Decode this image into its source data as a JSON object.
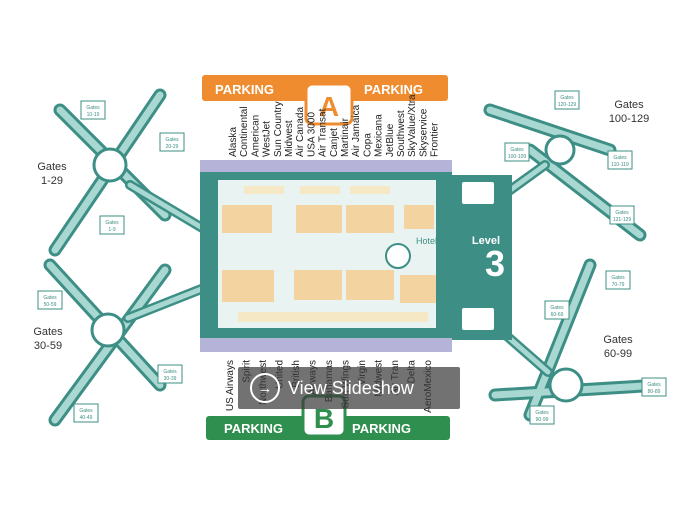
{
  "top_parking": {
    "left": "PARKING",
    "letter": "A",
    "right": "PARKING"
  },
  "bottom_parking": {
    "left": "PARKING",
    "letter": "B",
    "right": "PARKING"
  },
  "airlines_a": [
    "Alaska",
    "Continental",
    "American",
    "WestJet",
    "Sun Country",
    "Midwest",
    "Air Canada",
    "USA 3000",
    "Air Transat",
    "Canjet",
    "Martinair",
    "Air Jamaica",
    "Copa",
    "Mexicana",
    "JetBlue",
    "Southwest",
    "SkyValue/Xtra",
    "Skyservice",
    "Frontier"
  ],
  "airlines_b": [
    "US Airways",
    "Spirit",
    "Northwest",
    "United",
    "British",
    "Airways",
    "Bahamas",
    "Sun Wings",
    "Virgin",
    "Midwest",
    "Air Tran",
    "Delta",
    "AeroMexico"
  ],
  "gate_groups": {
    "g1": {
      "title": "Gates",
      "range": "1-29"
    },
    "g30": {
      "title": "Gates",
      "range": "30-59"
    },
    "g60": {
      "title": "Gates",
      "range": "60-99"
    },
    "g100": {
      "title": "Gates",
      "range": "100-129"
    }
  },
  "gate_tags": {
    "g1_a": {
      "title": "Gates",
      "range": "10-19"
    },
    "g1_b": {
      "title": "Gates",
      "range": "20-29"
    },
    "g1_c": {
      "title": "Gates",
      "range": "1-9"
    },
    "g30_a": {
      "title": "Gates",
      "range": "30-39"
    },
    "g30_b": {
      "title": "Gates",
      "range": "50-59"
    },
    "g30_c": {
      "title": "Gates",
      "range": "40-49"
    },
    "g60_a": {
      "title": "Gates",
      "range": "70-79"
    },
    "g60_b": {
      "title": "Gates",
      "range": "60-69"
    },
    "g60_c": {
      "title": "Gates",
      "range": "80-89"
    },
    "g60_d": {
      "title": "Gates",
      "range": "90-99"
    },
    "g100_a": {
      "title": "Gates",
      "range": "120-129"
    },
    "g100_b": {
      "title": "Gates",
      "range": "100-109"
    },
    "g100_c": {
      "title": "Gates",
      "range": "110-119"
    },
    "g100_d": {
      "title": "Gates",
      "range": "121-129"
    }
  },
  "terminal": {
    "hotel": "Hotel",
    "level_word": "Level",
    "level_number": "3"
  },
  "slideshow": {
    "label": "View Slideshow"
  },
  "colors": {
    "parking_a": "#f08c30",
    "parking_b": "#2f8f4e",
    "terminal": "#3d8f86",
    "airside": "#a9d8d2",
    "core": "#f3d4a0",
    "road": "#b6b3d8"
  }
}
